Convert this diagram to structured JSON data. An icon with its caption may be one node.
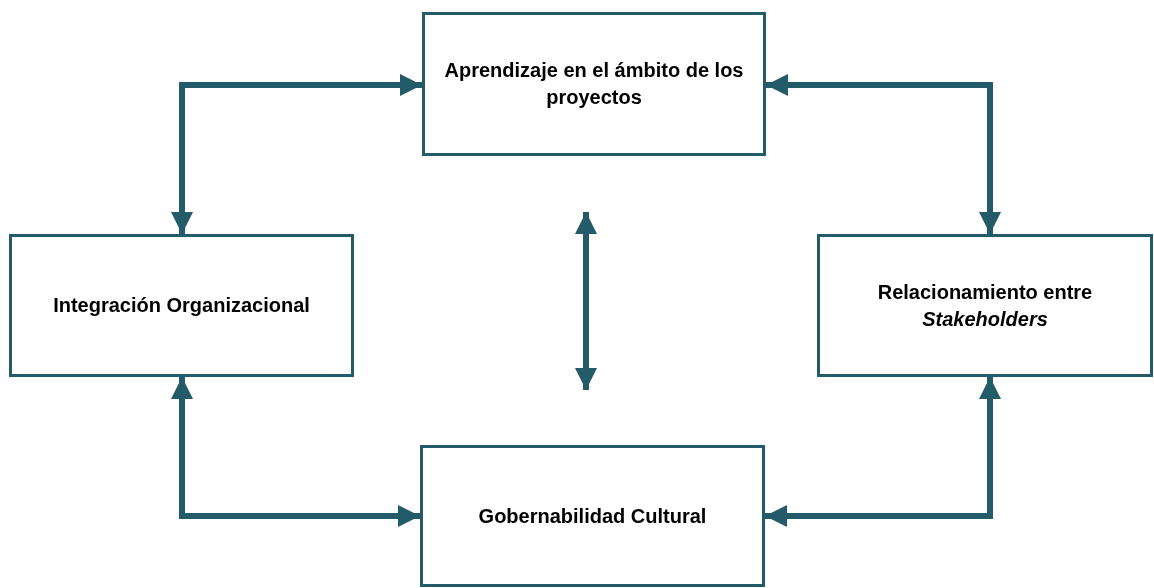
{
  "diagram": {
    "nodes": [
      {
        "text": [
          "Aprendizaje en el ámbito de los proyectos"
        ]
      },
      {
        "text": [
          "Integración Organizacional"
        ]
      },
      {
        "text": [
          "Relacionamiento entre *Stakeholders*"
        ]
      },
      {
        "text": [
          "Gobernabilidad Cultural"
        ]
      }
    ],
    "edges": [
      {
        "from": 1,
        "to": 0,
        "arrow": "both"
      },
      {
        "from": 0,
        "to": 2,
        "arrow": "both"
      },
      {
        "from": 0,
        "to": 3,
        "arrow": "both"
      },
      {
        "from": 1,
        "to": 3,
        "arrow": "both"
      },
      {
        "from": 2,
        "to": 3,
        "arrow": "both"
      }
    ]
  }
}
